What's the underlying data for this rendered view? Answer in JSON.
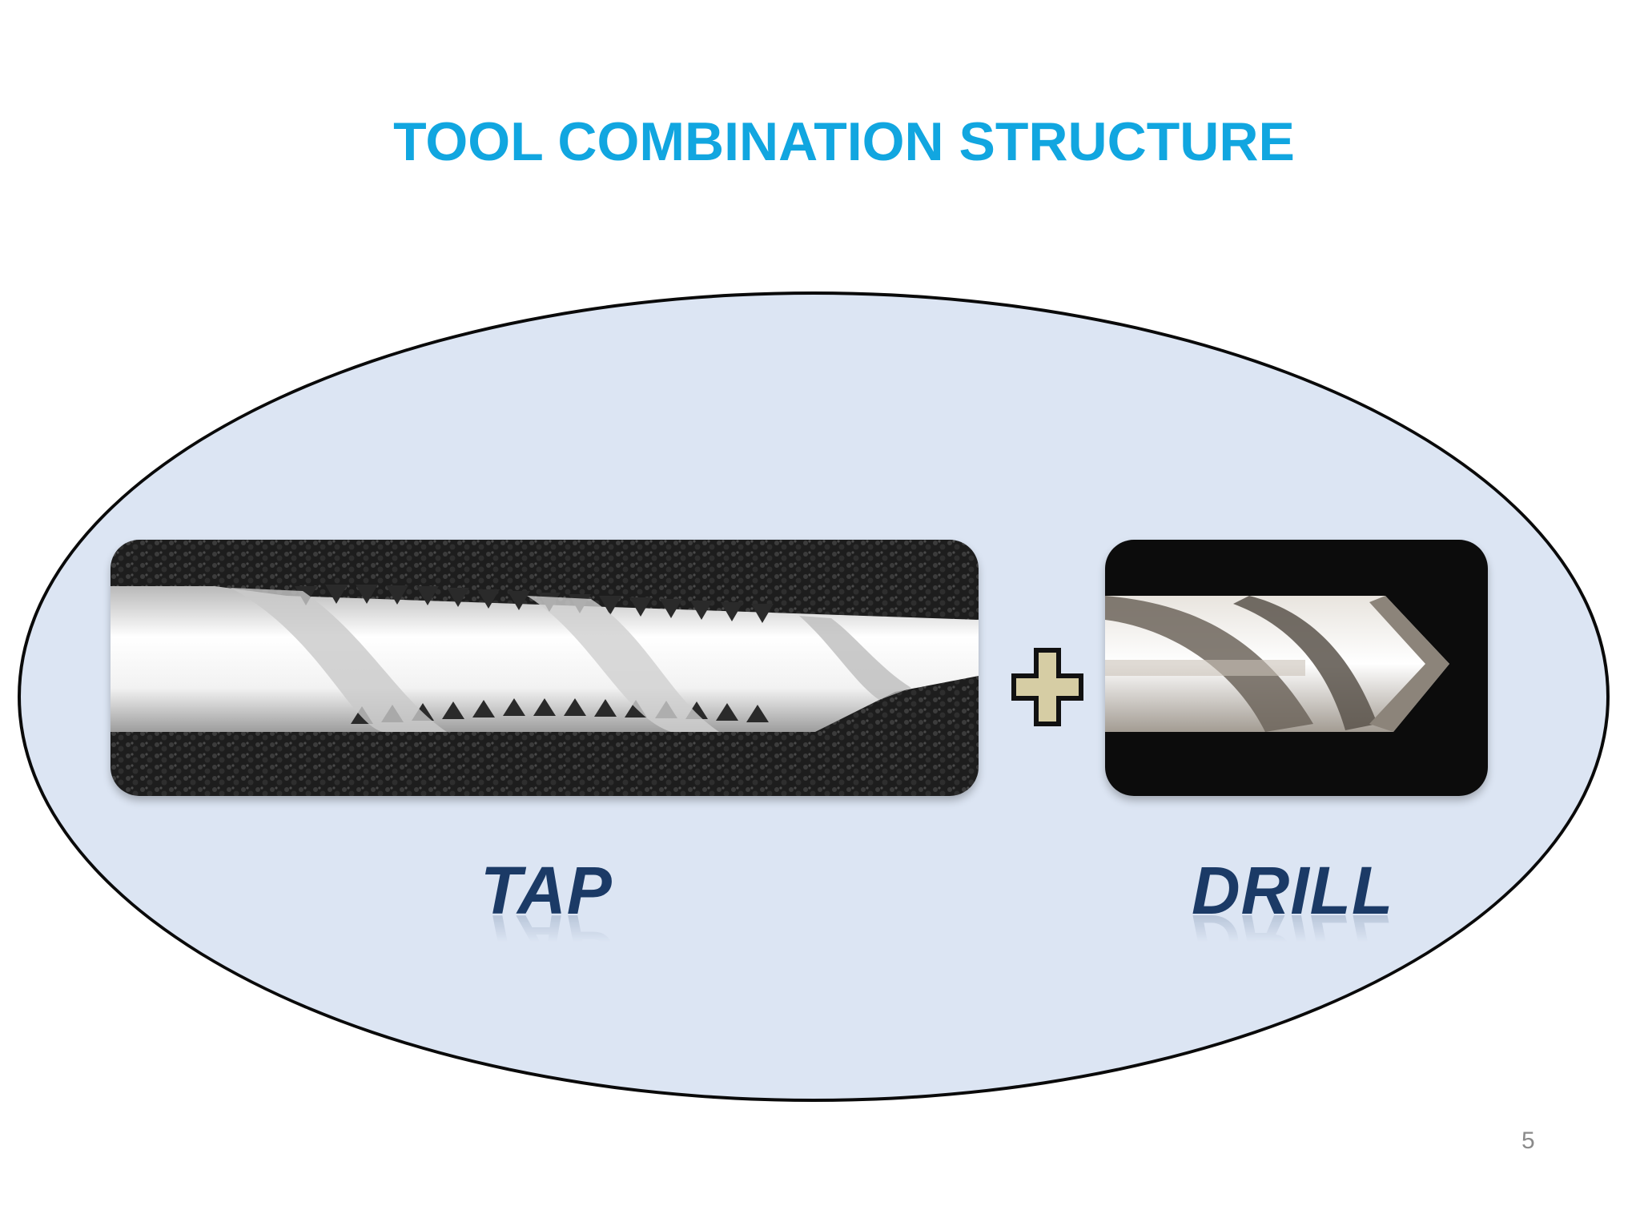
{
  "slide": {
    "title": "TOOL COMBINATION STRUCTURE",
    "page_number": "5"
  },
  "tools": {
    "left": {
      "label": "TAP",
      "image": "tap-photo"
    },
    "operator": {
      "icon": "plus-icon"
    },
    "right": {
      "label": "DRILL",
      "image": "drill-photo"
    }
  },
  "colors": {
    "title": "#11A6E0",
    "ellipse_fill": "#DCE5F3",
    "ellipse_border": "#0a0a0a",
    "label": "#1B3A66",
    "plus_fill": "#D6CDA4"
  }
}
